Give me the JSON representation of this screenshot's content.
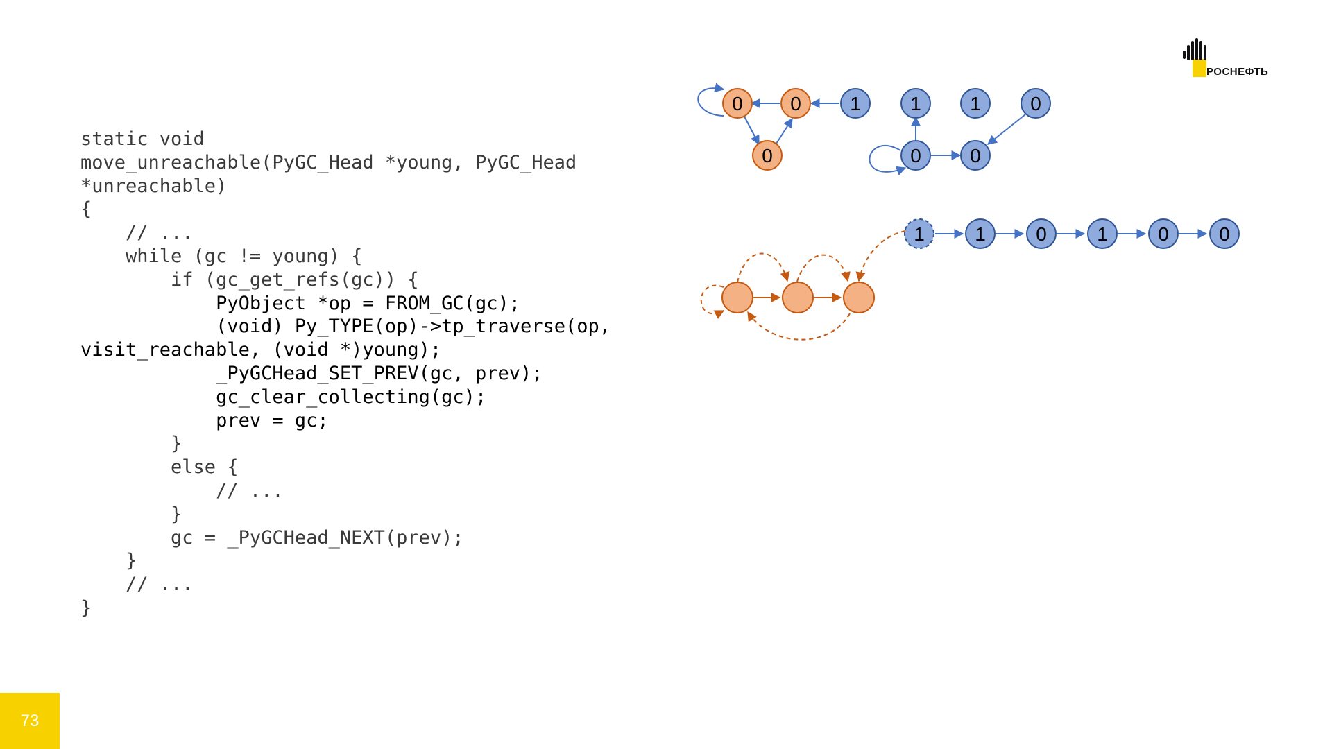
{
  "code": {
    "lines": [
      {
        "text": "static void",
        "hl": false
      },
      {
        "text": "move_unreachable(PyGC_Head *young, PyGC_Head",
        "hl": false
      },
      {
        "text": "*unreachable)",
        "hl": false
      },
      {
        "text": "{",
        "hl": false
      },
      {
        "text": "    // ...",
        "hl": false
      },
      {
        "text": "    while (gc != young) {",
        "hl": false
      },
      {
        "text": "        if (gc_get_refs(gc)) {",
        "hl": false
      },
      {
        "text": "            PyObject *op = FROM_GC(gc);",
        "hl": true
      },
      {
        "text": "            (void) Py_TYPE(op)->tp_traverse(op,",
        "hl": true
      },
      {
        "text": "visit_reachable, (void *)young);",
        "hl": true
      },
      {
        "text": "            _PyGCHead_SET_PREV(gc, prev);",
        "hl": true
      },
      {
        "text": "            gc_clear_collecting(gc);",
        "hl": true
      },
      {
        "text": "            prev = gc;",
        "hl": true
      },
      {
        "text": "        }",
        "hl": false
      },
      {
        "text": "        else {",
        "hl": false
      },
      {
        "text": "            // ...",
        "hl": false
      },
      {
        "text": "        }",
        "hl": false
      },
      {
        "text": "        gc = _PyGCHead_NEXT(prev);",
        "hl": false
      },
      {
        "text": "    }",
        "hl": false
      },
      {
        "text": "    // ...",
        "hl": false
      },
      {
        "text": "}",
        "hl": false
      }
    ]
  },
  "graph": {
    "colors": {
      "orange_fill": "#f4b183",
      "orange_stroke": "#c55a11",
      "blue_fill": "#8faadc",
      "blue_stroke": "#2f5597",
      "blue_edge": "#4472c4"
    },
    "top_nodes": [
      {
        "id": "a",
        "label": "0",
        "color": "orange"
      },
      {
        "id": "b",
        "label": "0",
        "color": "orange"
      },
      {
        "id": "c",
        "label": "0",
        "color": "orange"
      },
      {
        "id": "d",
        "label": "1",
        "color": "blue"
      },
      {
        "id": "e",
        "label": "1",
        "color": "blue"
      },
      {
        "id": "f",
        "label": "1",
        "color": "blue"
      },
      {
        "id": "g",
        "label": "0",
        "color": "blue"
      },
      {
        "id": "h",
        "label": "0",
        "color": "blue"
      },
      {
        "id": "i",
        "label": "0",
        "color": "blue"
      }
    ],
    "chain_nodes": [
      {
        "label": "1",
        "dashed": true
      },
      {
        "label": "1",
        "dashed": false
      },
      {
        "label": "0",
        "dashed": false
      },
      {
        "label": "1",
        "dashed": false
      },
      {
        "label": "0",
        "dashed": false
      },
      {
        "label": "0",
        "dashed": false
      }
    ]
  },
  "slide_number": "73",
  "logo": {
    "text": "РОСНЕФТЬ"
  }
}
